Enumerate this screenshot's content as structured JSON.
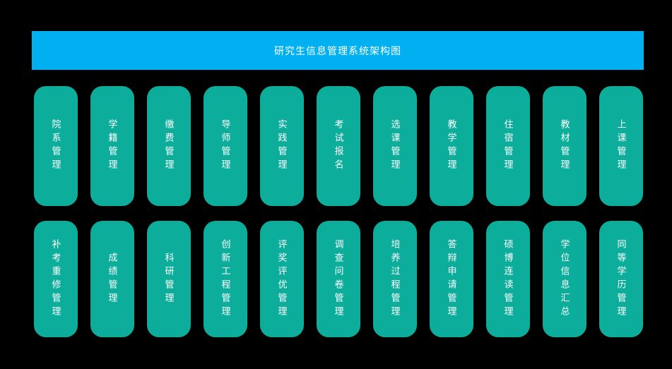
{
  "colors": {
    "page_bg": "#000000",
    "header_bg": "#00b0f0",
    "header_text": "#ffffff",
    "box_bg": "#0cad9a",
    "box_text": "#ffffff"
  },
  "header": {
    "title": "研究生信息管理系统架构图"
  },
  "modules": {
    "row1": [
      "院系管理",
      "学籍管理",
      "缴费管理",
      "导师管理",
      "实践管理",
      "考试报名",
      "选课管理",
      "教学管理",
      "住宿管理",
      "教材管理",
      "上课管理"
    ],
    "row2": [
      "补考重修管理",
      "成绩管理",
      "科研管理",
      "创新工程管理",
      "评奖评优管理",
      "调查问卷管理",
      "培养过程管理",
      "答辩申请管理",
      "硕博连读管理",
      "学位信息汇总",
      "同等学历管理"
    ]
  }
}
